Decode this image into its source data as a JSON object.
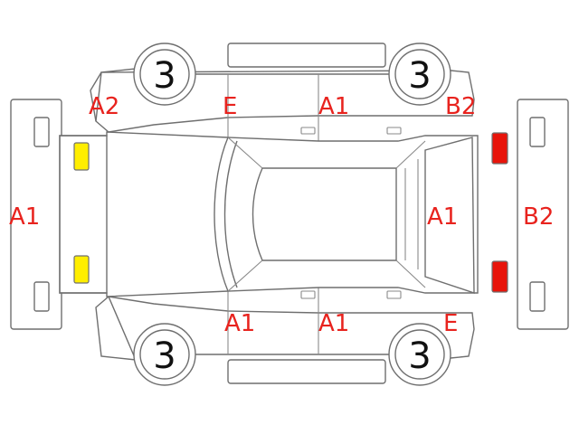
{
  "labels": {
    "front_bumper": "A1",
    "front_left_fender": "A2",
    "front_left_door": "E",
    "rear_left_door": "A1",
    "rear_left_fender": "B2",
    "front_right_door": "A1",
    "rear_right_door": "A1",
    "rear_right_fender": "E",
    "rear_window": "A1",
    "rear_bumper": "B2"
  },
  "tires": {
    "front_left": "3",
    "rear_left": "3",
    "front_right": "3",
    "rear_right": "3"
  },
  "colors": {
    "label": "#e8231e",
    "outline": "#6f6f6f",
    "headlight": "#ffee00",
    "taillight": "#e8140a",
    "tire_text": "#111111"
  }
}
